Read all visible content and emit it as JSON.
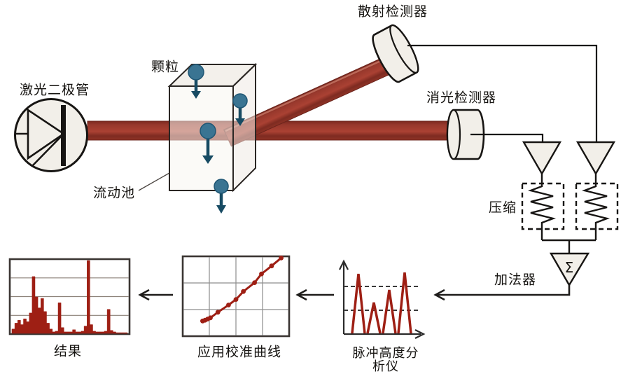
{
  "labels": {
    "laser_diode": "激光二极管",
    "particles": "颗粒",
    "flow_cell": "流动池",
    "scatter_detector": "散射检测器",
    "extinction_detector": "消光检测器",
    "compression": "压缩",
    "adder": "加法器",
    "sigma": "Σ",
    "pulse_analyzer_line1": "脉冲高度分",
    "pulse_analyzer_line2": "析仪",
    "calibration": "应用校准曲线",
    "results": "结果"
  },
  "colors": {
    "beam": "#9e3428",
    "beam_edge": "#7c2a20",
    "data_red": "#9e1f14",
    "particle": "#3a7492",
    "particle_dark": "#174b63",
    "outline": "#171513",
    "grid": "#8d8d8d",
    "fill_beige": "#f2efe9"
  },
  "chart_data": [
    {
      "id": "pulse-height-analyzer",
      "type": "area",
      "title": "脉冲高度分析仪",
      "peaks": [
        {
          "x": 0.184,
          "h": 0.817
        },
        {
          "x": 0.377,
          "h": 0.423
        },
        {
          "x": 0.57,
          "h": 0.596
        },
        {
          "x": 0.763,
          "h": 0.837
        }
      ],
      "thresholds": [
        0.644,
        0.317
      ],
      "xlabel": "",
      "ylabel": "",
      "grid": false
    },
    {
      "id": "calibration-curve",
      "type": "scatter",
      "title": "应用校准曲线",
      "points_x_frac_y_fromtop": [
        [
          0.187,
          0.81
        ],
        [
          0.21,
          0.8
        ],
        [
          0.235,
          0.785
        ],
        [
          0.26,
          0.77
        ],
        [
          0.33,
          0.7
        ],
        [
          0.43,
          0.61
        ],
        [
          0.5,
          0.54
        ],
        [
          0.57,
          0.44
        ],
        [
          0.675,
          0.33
        ],
        [
          0.74,
          0.22
        ],
        [
          0.835,
          0.12
        ],
        [
          0.925,
          0.02
        ]
      ],
      "grid": {
        "cols": 4,
        "rows": 3
      }
    },
    {
      "id": "results-histogram",
      "type": "bar",
      "title": "结果",
      "values": [
        0.06,
        0.14,
        0.18,
        0.12,
        0.2,
        0.16,
        0.28,
        0.78,
        0.5,
        0.35,
        0.48,
        0.3,
        0.14,
        0.06,
        0.02,
        0.03,
        0.42,
        0.08,
        0.02,
        0.02,
        0.02,
        0.05,
        0.02,
        0.02,
        0.03,
        0.1,
        1.0,
        0.12,
        0.03,
        0.02,
        0.02,
        0.02,
        0.03,
        0.33,
        0.04,
        0.02,
        0.01,
        0.01,
        0.01,
        0.01
      ],
      "grid": {
        "rows": 4
      }
    }
  ]
}
